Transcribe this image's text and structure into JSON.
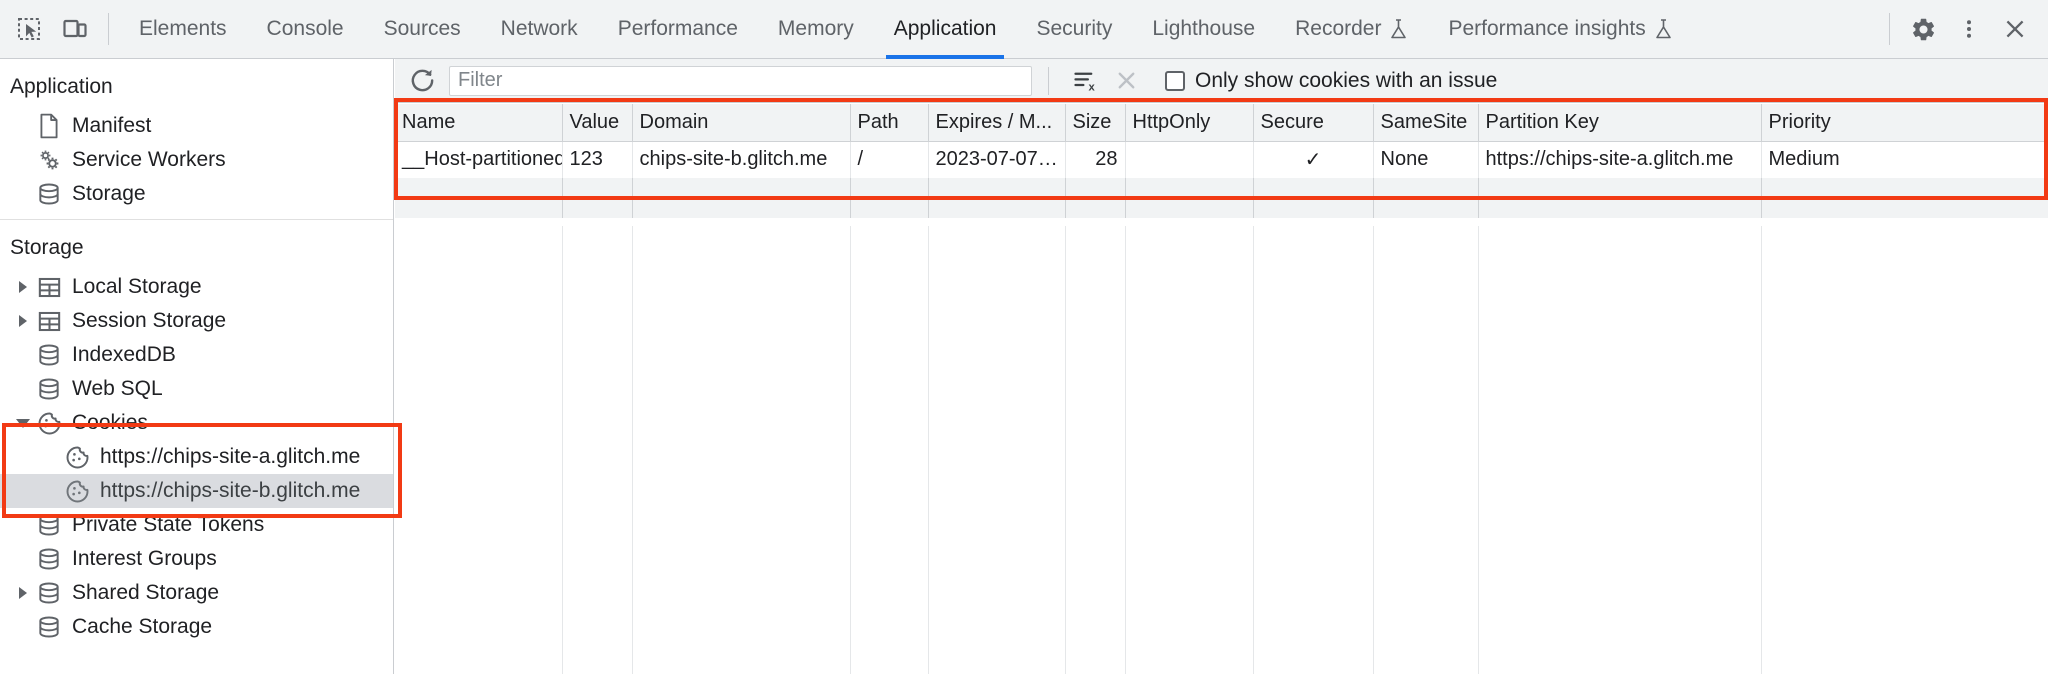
{
  "tabbar": {
    "left_icons": [
      {
        "name": "inspect-element-icon",
        "label": "Inspect element"
      },
      {
        "name": "device-toolbar-icon",
        "label": "Toggle device toolbar"
      }
    ],
    "tabs": [
      {
        "label": "Elements",
        "active": false,
        "experimental": false
      },
      {
        "label": "Console",
        "active": false,
        "experimental": false
      },
      {
        "label": "Sources",
        "active": false,
        "experimental": false
      },
      {
        "label": "Network",
        "active": false,
        "experimental": false
      },
      {
        "label": "Performance",
        "active": false,
        "experimental": false
      },
      {
        "label": "Memory",
        "active": false,
        "experimental": false
      },
      {
        "label": "Application",
        "active": true,
        "experimental": false
      },
      {
        "label": "Security",
        "active": false,
        "experimental": false
      },
      {
        "label": "Lighthouse",
        "active": false,
        "experimental": false
      },
      {
        "label": "Recorder",
        "active": false,
        "experimental": true
      },
      {
        "label": "Performance insights",
        "active": false,
        "experimental": true
      }
    ],
    "right_icons": [
      {
        "name": "settings-gear-icon",
        "label": "Settings"
      },
      {
        "name": "more-options-icon",
        "label": "Customize and control DevTools"
      },
      {
        "name": "close-devtools-icon",
        "label": "Close DevTools"
      }
    ],
    "active_tab_accent": "#1a73e8"
  },
  "sidebar": {
    "sections": [
      {
        "title": "Application",
        "items": [
          {
            "label": "Manifest",
            "icon": "manifest-document-icon",
            "twisty": "none",
            "indent": 1,
            "selected": false
          },
          {
            "label": "Service Workers",
            "icon": "service-workers-gears-icon",
            "twisty": "none",
            "indent": 1,
            "selected": false
          },
          {
            "label": "Storage",
            "icon": "database-icon",
            "twisty": "none",
            "indent": 1,
            "selected": false
          }
        ]
      },
      {
        "title": "Storage",
        "items": [
          {
            "label": "Local Storage",
            "icon": "table-grid-icon",
            "twisty": "collapsed",
            "indent": 1,
            "selected": false
          },
          {
            "label": "Session Storage",
            "icon": "table-grid-icon",
            "twisty": "collapsed",
            "indent": 1,
            "selected": false
          },
          {
            "label": "IndexedDB",
            "icon": "database-icon",
            "twisty": "none",
            "indent": 1,
            "selected": false
          },
          {
            "label": "Web SQL",
            "icon": "database-icon",
            "twisty": "none",
            "indent": 1,
            "selected": false
          },
          {
            "label": "Cookies",
            "icon": "cookie-icon",
            "twisty": "expanded",
            "indent": 1,
            "selected": false
          },
          {
            "label": "https://chips-site-a.glitch.me",
            "icon": "cookie-icon",
            "twisty": "none",
            "indent": 2,
            "selected": false
          },
          {
            "label": "https://chips-site-b.glitch.me",
            "icon": "cookie-icon",
            "twisty": "none",
            "indent": 2,
            "selected": true
          },
          {
            "label": "Private State Tokens",
            "icon": "database-icon",
            "twisty": "none",
            "indent": 1,
            "selected": false
          },
          {
            "label": "Interest Groups",
            "icon": "database-icon",
            "twisty": "none",
            "indent": 1,
            "selected": false
          },
          {
            "label": "Shared Storage",
            "icon": "database-icon",
            "twisty": "collapsed",
            "indent": 1,
            "selected": false
          },
          {
            "label": "Cache Storage",
            "icon": "database-icon",
            "twisty": "none",
            "indent": 1,
            "selected": false
          }
        ]
      }
    ]
  },
  "toolbar": {
    "refresh_icon": "refresh-icon",
    "filter_placeholder": "Filter",
    "filter_value": "",
    "clear_filter_icon": "clear-all-cookies-icon",
    "delete_icon": "delete-selected-cookie-icon",
    "only_issues_label": "Only show cookies with an issue",
    "only_issues_checked": false
  },
  "table": {
    "columns": [
      "Name",
      "Value",
      "Domain",
      "Path",
      "Expires / M...",
      "Size",
      "HttpOnly",
      "Secure",
      "SameSite",
      "Partition Key",
      "Priority"
    ],
    "rows": [
      {
        "Name": "__Host-partitioned-cookie",
        "Value": "123",
        "Domain": "chips-site-b.glitch.me",
        "Path": "/",
        "Expires / M...": "2023-07-07…",
        "Size": "28",
        "HttpOnly": "",
        "Secure": "✓",
        "SameSite": "None",
        "Partition Key": "https://chips-site-a.glitch.me",
        "Priority": "Medium"
      }
    ]
  },
  "annotations": {
    "color": "#f23a14",
    "boxes": [
      {
        "name": "cookies-tree-highlight"
      },
      {
        "name": "cookie-table-highlight"
      }
    ]
  }
}
